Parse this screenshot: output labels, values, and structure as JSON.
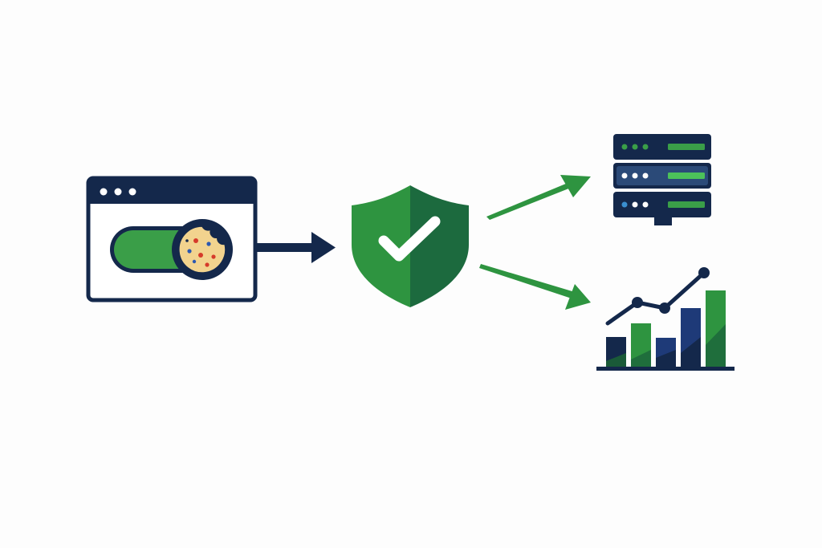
{
  "diagram": {
    "nodes": [
      {
        "id": "browser",
        "icon": "browser-window-icon"
      },
      {
        "id": "cookie-toggle",
        "icon": "cookie-icon",
        "state": "on"
      },
      {
        "id": "consent-shield",
        "icon": "shield-check-icon"
      },
      {
        "id": "server",
        "icon": "server-rack-icon"
      },
      {
        "id": "analytics",
        "icon": "bar-line-chart-icon"
      }
    ],
    "edges": [
      {
        "from": "browser",
        "to": "consent-shield",
        "icon": "arrow-right-icon"
      },
      {
        "from": "consent-shield",
        "to": "server",
        "icon": "arrow-up-right-icon"
      },
      {
        "from": "consent-shield",
        "to": "analytics",
        "icon": "arrow-down-right-icon"
      }
    ]
  },
  "colors": {
    "navy": "#14284b",
    "green": "#2e9440",
    "green_light": "#3a9e48",
    "green_dark": "#1c6a3e",
    "bar_navy": "#1e3a78",
    "cookie": "#f2d38e",
    "cookie_red": "#d63a2a",
    "cookie_blue": "#2c58b0"
  }
}
